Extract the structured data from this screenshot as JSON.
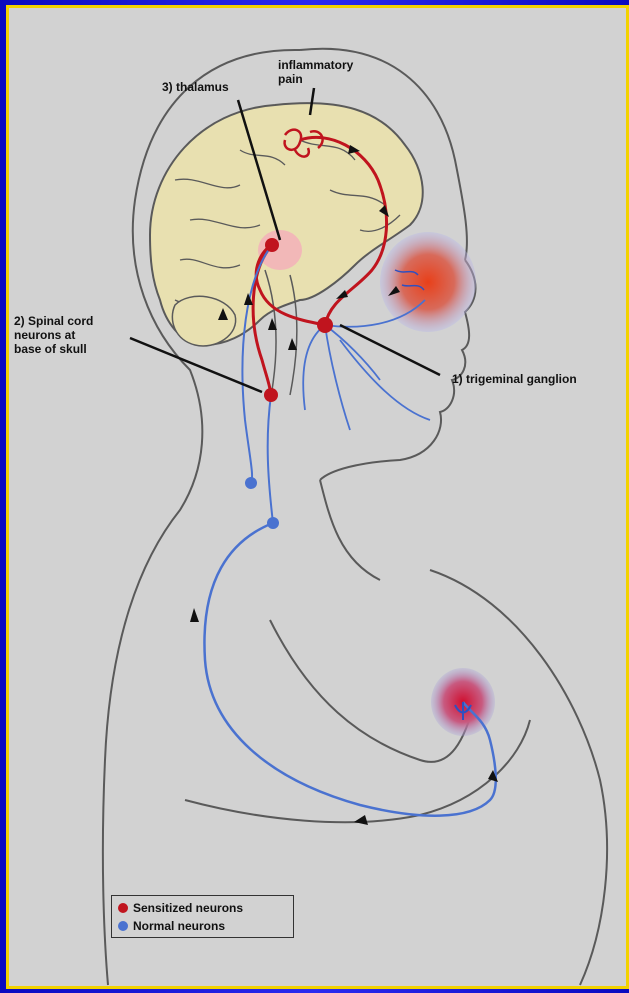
{
  "labels": {
    "inflammatory_pain": "inflammatory\npain",
    "thalamus": "3) thalamus",
    "spinal_cord": "2) Spinal cord\nneurons at\nbase of skull",
    "trigeminal": "1) trigeminal ganglion"
  },
  "legend": {
    "sensitized": "Sensitized neurons",
    "normal": "Normal neurons"
  },
  "colors": {
    "background_blue": "#1a1ad8",
    "border_yellow": "#f2d200",
    "panel_gray": "#d2d2d2",
    "brain_fill": "#e8e0b0",
    "sensitized_red": "#c0141e",
    "normal_blue": "#4a72d0",
    "outline": "#5a5a5a"
  }
}
